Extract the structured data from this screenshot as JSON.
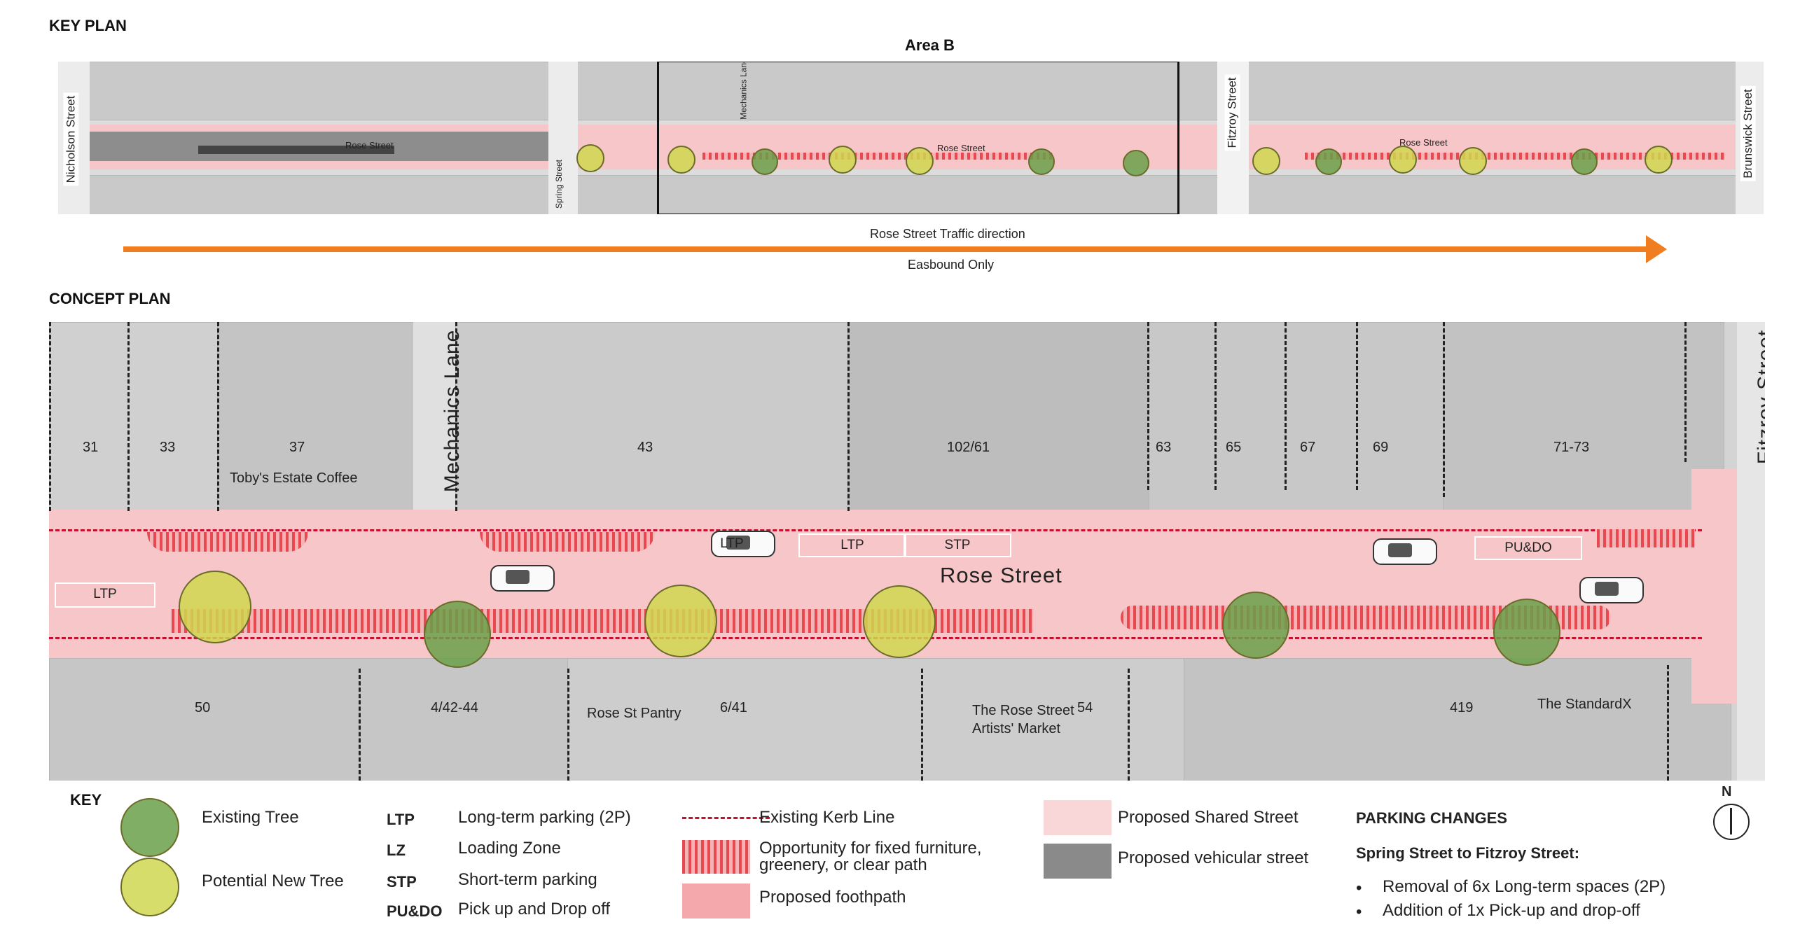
{
  "key_plan": {
    "title": "KEY PLAN",
    "area_label": "Area B",
    "streets": [
      "Nicholson Street",
      "Spring Street",
      "Mechanics Lane",
      "Fitzroy Street",
      "Brunswick Street"
    ],
    "road_label": "Rose Street",
    "traffic_direction": "Rose Street Traffic direction",
    "traffic_note": "Easbound Only"
  },
  "concept_plan": {
    "title": "CONCEPT PLAN",
    "lane": "Mechanics Lane",
    "cross_street": "Fitzroy Street",
    "road": "Rose Street",
    "north_lots": [
      "31",
      "33",
      "37",
      "43",
      "102/61",
      "63",
      "65",
      "67",
      "69",
      "71-73"
    ],
    "north_business": "Toby's Estate Coffee",
    "south_lots": [
      "50",
      "4/42-44",
      "6/41",
      "54",
      "419"
    ],
    "south_businesses": [
      "Rose St Pantry",
      "The Rose Street",
      "Artists' Market",
      "The StandardX"
    ],
    "parking_labels": [
      "LTP",
      "LTP",
      "LTP",
      "STP",
      "PU&DO"
    ]
  },
  "key": {
    "title": "KEY",
    "trees": [
      {
        "label": "Existing Tree",
        "color": "#6ba04a"
      },
      {
        "label": "Potential New Tree",
        "color": "#d0d750"
      }
    ],
    "codes": [
      {
        "code": "LTP",
        "desc": "Long-term parking (2P)"
      },
      {
        "code": "LZ",
        "desc": "Loading Zone"
      },
      {
        "code": "STP",
        "desc": "Short-term parking"
      },
      {
        "code": "PU&DO",
        "desc": "Pick up and Drop off"
      }
    ],
    "lines": [
      {
        "label": "Existing Kerb Line",
        "color": "#c8102e"
      },
      {
        "label": "Opportunity for fixed furniture,",
        "label2": "greenery, or clear path",
        "color": "#e8484f"
      },
      {
        "label": "Proposed foothpath",
        "color": "#f4a8ab"
      }
    ],
    "surfaces": [
      {
        "label": "Proposed Shared Street",
        "color": "#f9d6d7"
      },
      {
        "label": "Proposed vehicular street",
        "color": "#8a8a8a"
      }
    ],
    "north": "N"
  },
  "parking_changes": {
    "title": "PARKING CHANGES",
    "subtitle": "Spring Street to Fitzroy Street:",
    "items": [
      "Removal of 6x Long-term spaces (2P)",
      "Addition of 1x Pick-up and drop-off"
    ]
  },
  "colors": {
    "accent_orange": "#f07d1f",
    "shared_street": "#f6c6c8",
    "kerb": "#c8102e"
  }
}
